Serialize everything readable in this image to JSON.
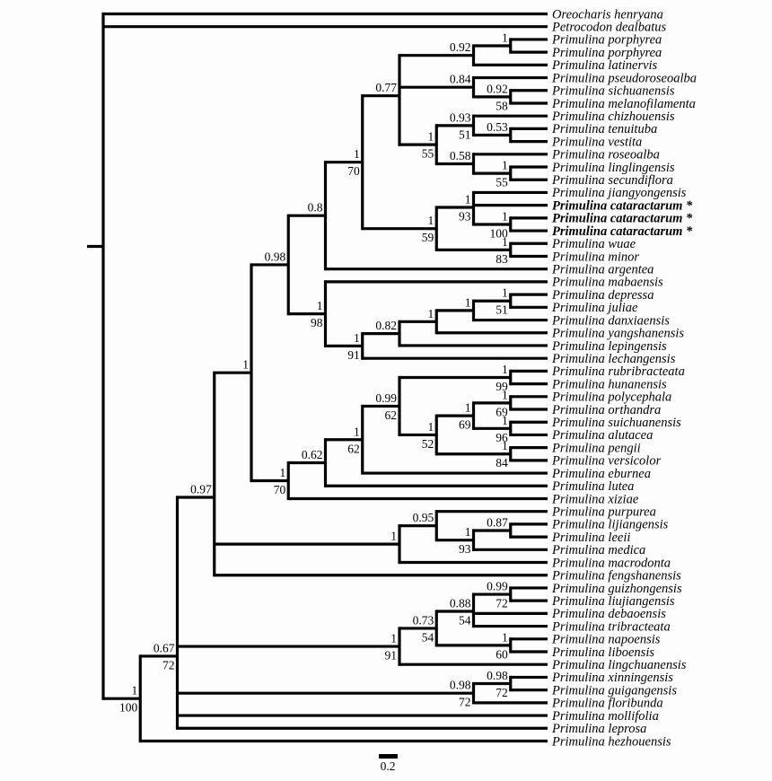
{
  "figure": {
    "background": "#fdfdfd",
    "line_color": "#000000",
    "text_color": "#000000",
    "scale_bar": {
      "label": "0.2"
    }
  },
  "tree": {
    "children": [
      {
        "name": "Oreocharis henryana"
      },
      {
        "name": "Petrocodon dealbatus"
      },
      {
        "pp": "1",
        "bs": "100",
        "children": [
          {
            "pp": "0.67",
            "bs": "72",
            "children": [
              {
                "pp": "0.97",
                "children": [
                  {
                    "pp": "1",
                    "children": [
                      {
                        "pp": "0.98",
                        "children": [
                          {
                            "pp": "0.8",
                            "children": [
                              {
                                "pp": "1",
                                "bs": "70",
                                "children": [
                                  {
                                    "pp": "0.77",
                                    "children": [
                                      {
                                        "pp": "0.92",
                                        "children": [
                                          {
                                            "pp": "1",
                                            "children": [
                                              {
                                                "name": "Primulina porphyrea"
                                              },
                                              {
                                                "name": "Primulina porphyrea"
                                              }
                                            ]
                                          },
                                          {
                                            "name": "Primulina latinervis"
                                          }
                                        ]
                                      },
                                      {
                                        "pp": "0.84",
                                        "children": [
                                          {
                                            "name": "Primulina pseudoroseoalba"
                                          },
                                          {
                                            "pp": "0.92",
                                            "bs": "58",
                                            "children": [
                                              {
                                                "name": "Primulina sichuanensis"
                                              },
                                              {
                                                "name": "Primulina melanofilamenta"
                                              }
                                            ]
                                          }
                                        ]
                                      },
                                      {
                                        "pp": "1",
                                        "bs": "55",
                                        "children": [
                                          {
                                            "pp": "0.93",
                                            "bs": "51",
                                            "children": [
                                              {
                                                "name": "Primulina chizhouensis"
                                              },
                                              {
                                                "pp": "0.53",
                                                "children": [
                                                  {
                                                    "name": "Primulina tenuituba"
                                                  },
                                                  {
                                                    "name": "Primulina vestita"
                                                  }
                                                ]
                                              }
                                            ]
                                          },
                                          {
                                            "pp": "0.58",
                                            "children": [
                                              {
                                                "name": "Primulina roseoalba"
                                              },
                                              {
                                                "pp": "1",
                                                "bs": "55",
                                                "children": [
                                                  {
                                                    "name": "Primulina linglingensis"
                                                  },
                                                  {
                                                    "name": "Primulina secundiflora"
                                                  }
                                                ]
                                              }
                                            ]
                                          }
                                        ]
                                      }
                                    ]
                                  },
                                  {
                                    "pp": "1",
                                    "bs": "59",
                                    "children": [
                                      {
                                        "pp": "1",
                                        "bs": "93",
                                        "children": [
                                          {
                                            "name": "Primulina jiangyongensis"
                                          },
                                          {
                                            "name": "Primulina cataractarum",
                                            "bold": true,
                                            "asterisk": true
                                          },
                                          {
                                            "pp": "1",
                                            "bs": "100",
                                            "children": [
                                              {
                                                "name": "Primulina cataractarum",
                                                "bold": true,
                                                "asterisk": true
                                              },
                                              {
                                                "name": "Primulina cataractarum",
                                                "bold": true,
                                                "asterisk": true
                                              }
                                            ]
                                          }
                                        ]
                                      },
                                      {
                                        "pp": "1",
                                        "bs": "83",
                                        "children": [
                                          {
                                            "name": "Primulina wuae"
                                          },
                                          {
                                            "name": "Primulina minor"
                                          }
                                        ]
                                      }
                                    ]
                                  }
                                ]
                              },
                              {
                                "name": "Primulina argentea"
                              }
                            ]
                          },
                          {
                            "pp": "1",
                            "bs": "98",
                            "children": [
                              {
                                "name": "Primulina mabaensis"
                              },
                              {
                                "pp": "1",
                                "bs": "91",
                                "children": [
                                  {
                                    "pp": "0.82",
                                    "children": [
                                      {
                                        "pp": "1",
                                        "children": [
                                          {
                                            "pp": "1",
                                            "children": [
                                              {
                                                "pp": "1",
                                                "bs": "51",
                                                "children": [
                                                  {
                                                    "name": "Primulina depressa"
                                                  },
                                                  {
                                                    "name": "Primulina juliae"
                                                  }
                                                ]
                                              },
                                              {
                                                "name": "Primulina danxiaensis"
                                              }
                                            ]
                                          },
                                          {
                                            "name": "Primulina yangshanensis"
                                          }
                                        ]
                                      },
                                      {
                                        "name": "Primulina lepingensis"
                                      }
                                    ]
                                  },
                                  {
                                    "name": "Primulina lechangensis"
                                  }
                                ]
                              }
                            ]
                          }
                        ]
                      },
                      {
                        "pp": "1",
                        "bs": "70",
                        "children": [
                          {
                            "pp": "0.62",
                            "children": [
                              {
                                "pp": "1",
                                "bs": "62",
                                "children": [
                                  {
                                    "pp": "0.99",
                                    "bs": "62",
                                    "children": [
                                      {
                                        "pp": "1",
                                        "bs": "99",
                                        "children": [
                                          {
                                            "name": "Primulina rubribracteata"
                                          },
                                          {
                                            "name": "Primulina hunanensis"
                                          }
                                        ]
                                      },
                                      {
                                        "pp": "1",
                                        "bs": "52",
                                        "children": [
                                          {
                                            "pp": "1",
                                            "bs": "69",
                                            "children": [
                                              {
                                                "pp": "1",
                                                "bs": "69",
                                                "children": [
                                                  {
                                                    "name": "Primulina polycephala"
                                                  },
                                                  {
                                                    "name": "Primulina orthandra"
                                                  }
                                                ]
                                              },
                                              {
                                                "pp": "1",
                                                "bs": "96",
                                                "children": [
                                                  {
                                                    "name": "Primulina suichuanensis"
                                                  },
                                                  {
                                                    "name": "Primulina alutacea"
                                                  }
                                                ]
                                              }
                                            ]
                                          },
                                          {
                                            "pp": "1",
                                            "bs": "84",
                                            "children": [
                                              {
                                                "name": "Primulina pengii"
                                              },
                                              {
                                                "name": "Primulina versicolor"
                                              }
                                            ]
                                          }
                                        ]
                                      }
                                    ]
                                  },
                                  {
                                    "name": "Primulina eburnea"
                                  }
                                ]
                              },
                              {
                                "name": "Primulina lutea"
                              }
                            ]
                          },
                          {
                            "name": "Primulina xiziae"
                          }
                        ]
                      }
                    ]
                  },
                  {
                    "pp": "1",
                    "children": [
                      {
                        "pp": "0.95",
                        "children": [
                          {
                            "name": "Primulina purpurea"
                          },
                          {
                            "pp": "1",
                            "bs": "93",
                            "children": [
                              {
                                "pp": "0.87",
                                "children": [
                                  {
                                    "name": "Primulina lijiangensis"
                                  },
                                  {
                                    "name": "Primulina leeii"
                                  }
                                ]
                              },
                              {
                                "name": "Primulina medica"
                              }
                            ]
                          }
                        ]
                      },
                      {
                        "name": "Primulina macrodonta"
                      }
                    ]
                  },
                  {
                    "name": "Primulina fengshanensis"
                  }
                ]
              },
              {
                "pp": "1",
                "bs": "91",
                "children": [
                  {
                    "pp": "0.73",
                    "bs": "54",
                    "children": [
                      {
                        "pp": "0.88",
                        "bs": "54",
                        "children": [
                          {
                            "pp": "0.99",
                            "bs": "72",
                            "children": [
                              {
                                "name": "Primulina guizhongensis"
                              },
                              {
                                "name": "Primulina liujiangensis"
                              }
                            ]
                          },
                          {
                            "name": "Primulina debaoensis"
                          },
                          {
                            "name": "Primulina tribracteata"
                          }
                        ]
                      },
                      {
                        "pp": "1",
                        "bs": "60",
                        "children": [
                          {
                            "name": "Primulina napoensis"
                          },
                          {
                            "name": "Primulina liboensis"
                          }
                        ]
                      }
                    ]
                  },
                  {
                    "name": "Primulina lingchuanensis"
                  }
                ]
              },
              {
                "pp": "0.98",
                "bs": "72",
                "children": [
                  {
                    "pp": "0.98",
                    "bs": "72",
                    "children": [
                      {
                        "name": "Primulina xinningensis"
                      },
                      {
                        "name": "Primulina guigangensis"
                      }
                    ]
                  },
                  {
                    "name": "Primulina floribunda"
                  }
                ]
              },
              {
                "name": "Primulina mollifolia"
              },
              {
                "name": "Primulina leprosa"
              }
            ]
          },
          {
            "name": "Primulina hezhouensis"
          }
        ]
      }
    ]
  }
}
